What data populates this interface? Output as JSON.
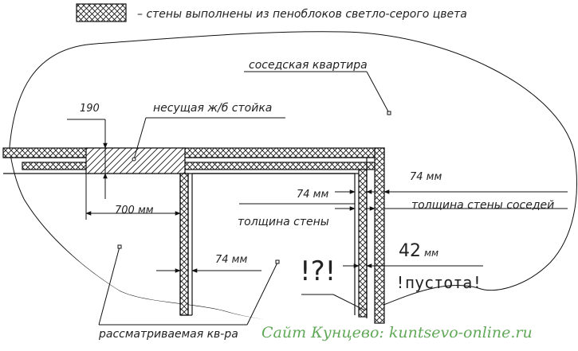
{
  "legend": {
    "text": "– стены выполнены из пеноблоков светло-серого цвета"
  },
  "labels": {
    "neighbor_apartment": "соседская квартира",
    "considered_apartment": "рассматриваемая кв-ра",
    "load_bearing_column": "несущая ж/б стойка",
    "wall_thickness": "толщина стены",
    "neighbor_wall_thickness": "толщина стены соседей",
    "question": "!?!",
    "void": "!пустота!"
  },
  "dimensions": {
    "d190": "190",
    "d700": "700 мм",
    "d74_inner": "74 мм",
    "d74_top": "74 мм",
    "d74_right": "74 мм",
    "d42": "42",
    "d42_unit": "мм"
  },
  "watermark": {
    "site": "Сайт Кунцево:  kuntsevo-online.ru"
  },
  "colors": {
    "hatch": "#111111",
    "watermark": "#2e8b22"
  }
}
